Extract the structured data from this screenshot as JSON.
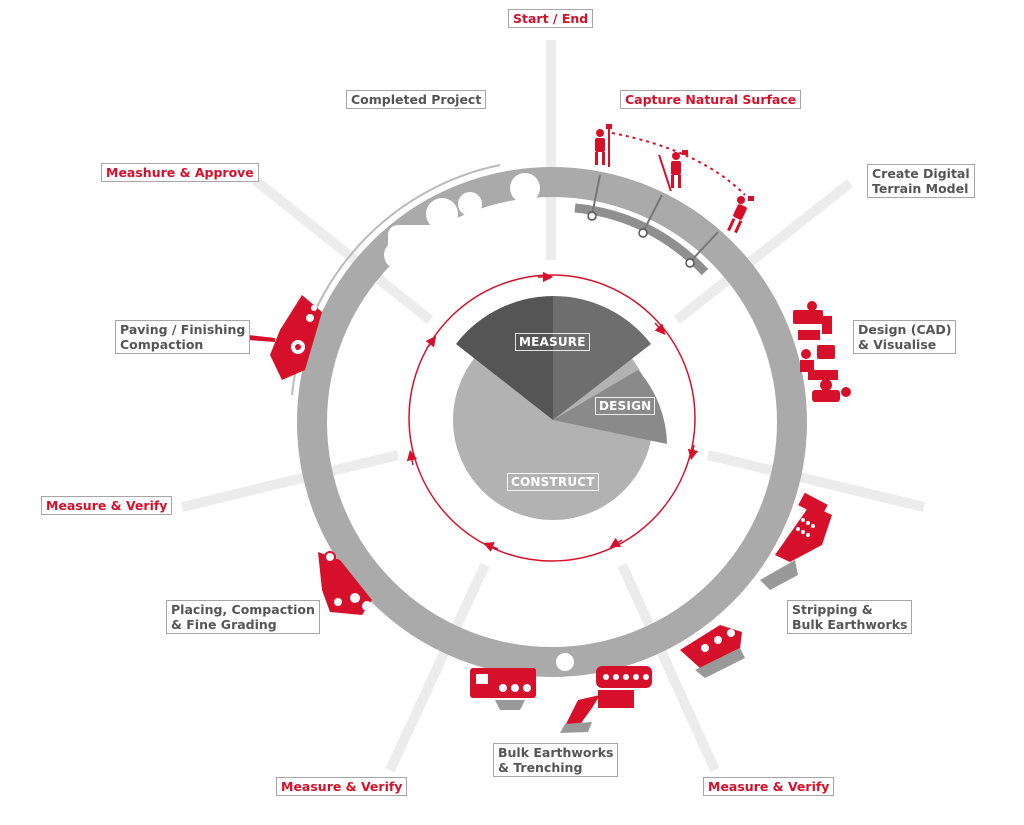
{
  "colors": {
    "accent": "#d6102a",
    "ring": "#aaaaaa",
    "spoke": "#ececec",
    "measure": "#555555",
    "measure_light": "#6e6e6e",
    "design": "#8a8a8a",
    "construct": "#b2b2b2",
    "label_text": "#555555",
    "label_border": "#a6a6a6"
  },
  "center_pie": {
    "measure": "MEASURE",
    "design": "DESIGN",
    "construct": "CONSTRUCT"
  },
  "stages": {
    "start_end": "Start / End",
    "capture": "Capture Natural Surface",
    "dtm_1": "Create Digital",
    "dtm_2": "Terrain Model",
    "design_1": "Design (CAD)",
    "design_2": "& Visualise",
    "stripping_1": "Stripping &",
    "stripping_2": "Bulk Earthworks",
    "verify_br": "Measure & Verify",
    "trenching_1": "Bulk Earthworks",
    "trenching_2": "& Trenching",
    "verify_bl": "Measure & Verify",
    "placing_1": "Placing, Compaction",
    "placing_2": "& Fine Grading",
    "verify_l": "Measure & Verify",
    "paving_1": "Paving / Finishing",
    "paving_2": "Compaction",
    "approve": "Meashure & Approve",
    "completed": "Completed Project"
  },
  "icons": [
    "surveyor-icon",
    "design-team-icon",
    "dozer-icon",
    "excavator-icon",
    "grader-icon",
    "paver-icon"
  ]
}
